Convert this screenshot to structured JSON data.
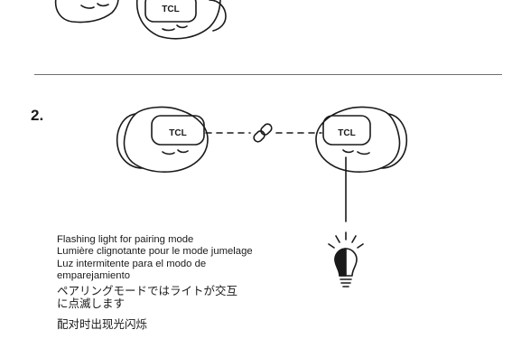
{
  "step": {
    "number": "2."
  },
  "earbud_logo": "TCL",
  "description": {
    "en": "Flashing light for pairing mode",
    "fr": "Lumière clignotante pour le mode jumelage",
    "es": "Luz intermitente para el modo de\nemparejamiento",
    "ja": "ペアリングモードではライトが交互\nに点滅します",
    "zh": "配对时出现光闪烁"
  },
  "icons": {
    "earbud": "earbud-icon",
    "link": "link-chain-icon",
    "light": "light-bulb-icon"
  },
  "colors": {
    "line": "#1a1a1a",
    "divider": "#6f6f6f",
    "background": "#ffffff"
  }
}
